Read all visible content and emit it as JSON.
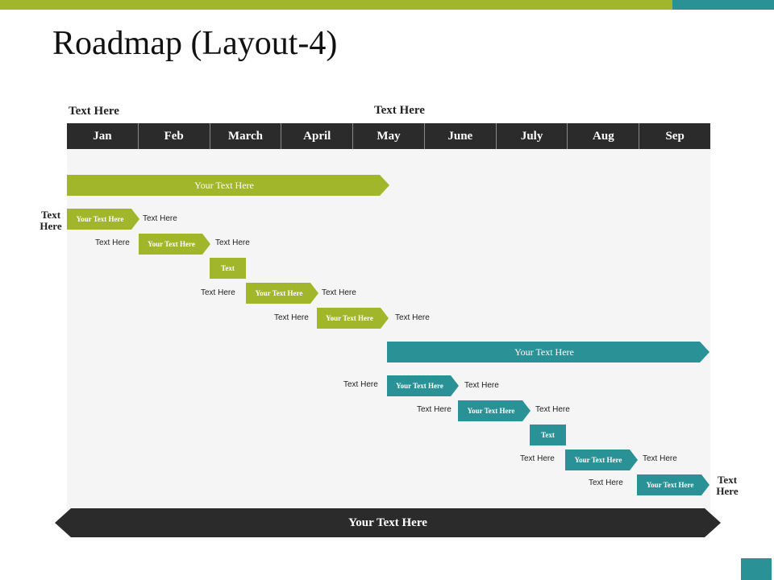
{
  "title": "Roadmap (Layout-4)",
  "header_labels": {
    "left": "Text Here",
    "center": "Text Here"
  },
  "months": [
    "Jan",
    "Feb",
    "March",
    "April",
    "May",
    "June",
    "July",
    "Aug",
    "Sep"
  ],
  "phase1": {
    "banner": "Your Text Here",
    "side_label": "Text Here",
    "rows": [
      {
        "before": "",
        "arrow": "Your Text Here",
        "after": "Text Here"
      },
      {
        "before": "Text Here",
        "arrow": "Your Text Here",
        "after": "Text Here"
      },
      {
        "before": "",
        "arrow": "Text",
        "after": ""
      },
      {
        "before": "Text Here",
        "arrow": "Your Text Here",
        "after": "Text Here"
      },
      {
        "before": "Text Here",
        "arrow": "Your Text Here",
        "after": "Text Here"
      }
    ]
  },
  "phase2": {
    "banner": "Your Text Here",
    "side_label": "Text Here",
    "rows": [
      {
        "before": "Text Here",
        "arrow": "Your Text Here",
        "after": "Text Here"
      },
      {
        "before": "Text Here",
        "arrow": "Your Text Here",
        "after": "Text Here"
      },
      {
        "before": "",
        "arrow": "Text",
        "after": ""
      },
      {
        "before": "Text Here",
        "arrow": "Your Text Here",
        "after": "Text Here"
      },
      {
        "before": "Text Here",
        "arrow": "Your Text Here",
        "after": ""
      }
    ]
  },
  "bottom_arrow": "Your Text Here",
  "colors": {
    "green": "#a2b62c",
    "teal": "#2a9297",
    "dark": "#2b2b2b",
    "panel": "#f5f5f5"
  }
}
